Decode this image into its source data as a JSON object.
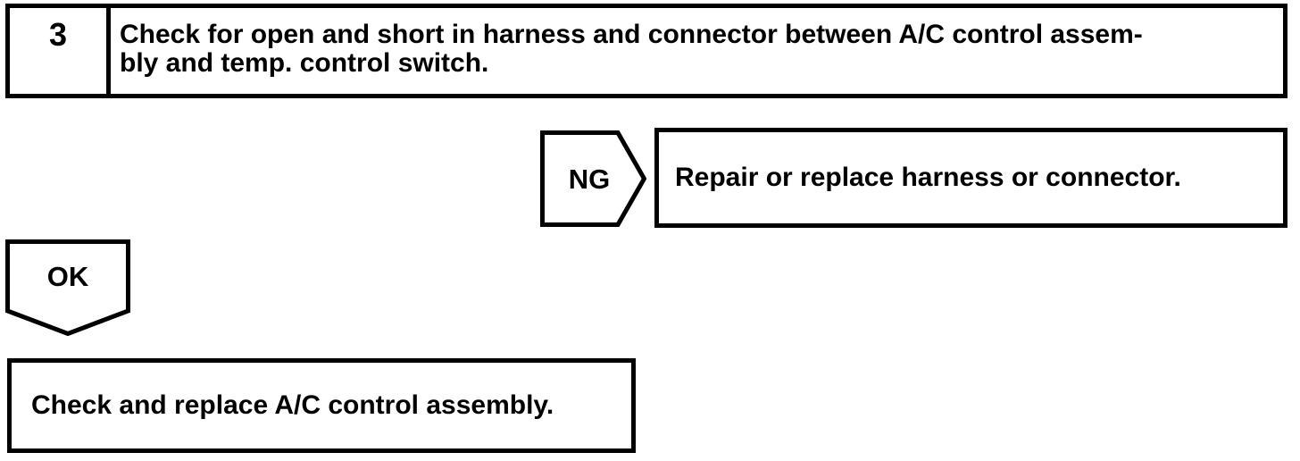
{
  "diagram": {
    "type": "diagnostic-flowchart",
    "colors": {
      "ink": "#000000",
      "background": "#ffffff"
    },
    "step": {
      "number": "3",
      "instruction_line1": "Check for open and short in harness and connector between A/C control assem-",
      "instruction_line2": "bly and temp. control switch."
    },
    "ng_branch": {
      "label": "NG",
      "action": "Repair or replace harness or connector."
    },
    "ok_branch": {
      "label": "OK",
      "action": "Check and replace A/C control assembly."
    }
  }
}
